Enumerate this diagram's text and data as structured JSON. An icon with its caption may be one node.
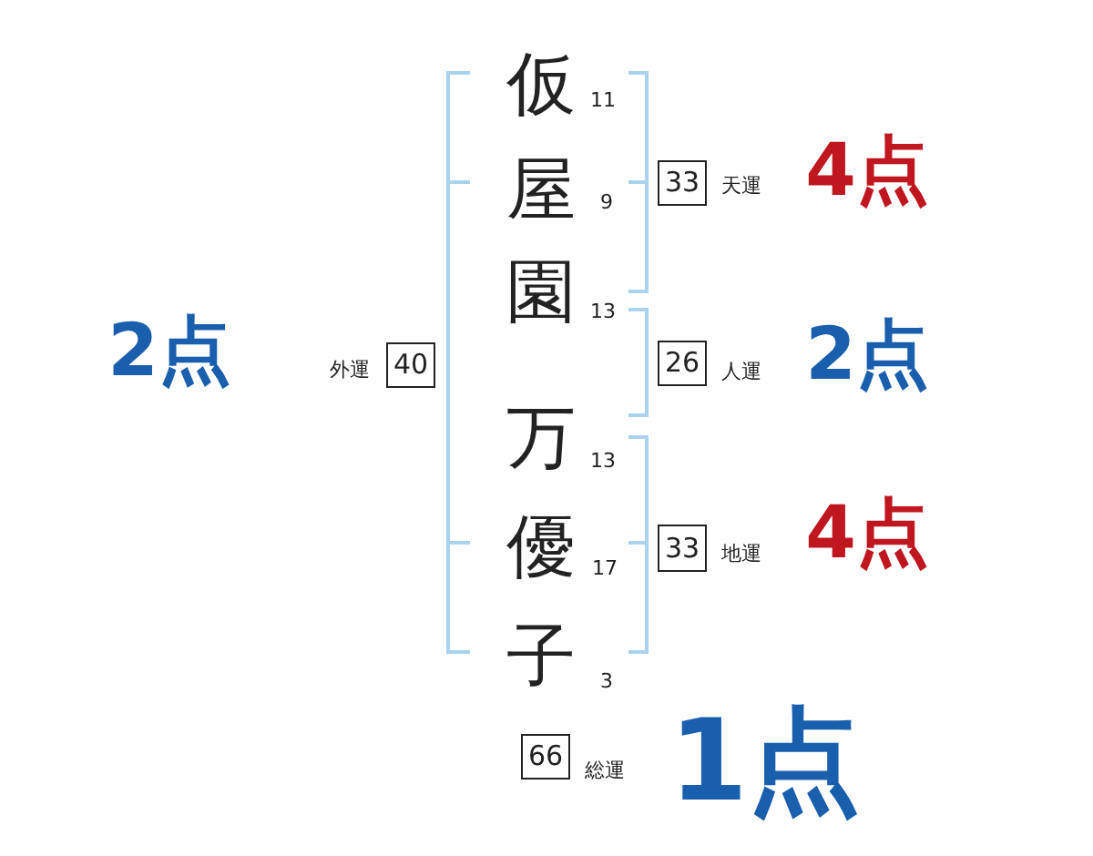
{
  "diagram": {
    "nodes": [
      {
        "text": [
          "33"
        ],
        "beside": [
          "天運"
        ]
      },
      {
        "text": [
          "40"
        ],
        "beside": [
          "外運"
        ]
      },
      {
        "text": [
          "26"
        ],
        "beside": [
          "人運"
        ]
      },
      {
        "text": [
          "33"
        ],
        "beside": [
          "地運"
        ]
      },
      {
        "text": [
          "66"
        ],
        "beside": [
          "総運"
        ]
      }
    ],
    "labels": [
      "仮",
      "11",
      "4点",
      "屋",
      "9",
      "園",
      "13",
      "2点",
      "2点",
      "万",
      "13",
      "優",
      "17",
      "4点",
      "子",
      "3",
      "1点"
    ]
  }
}
